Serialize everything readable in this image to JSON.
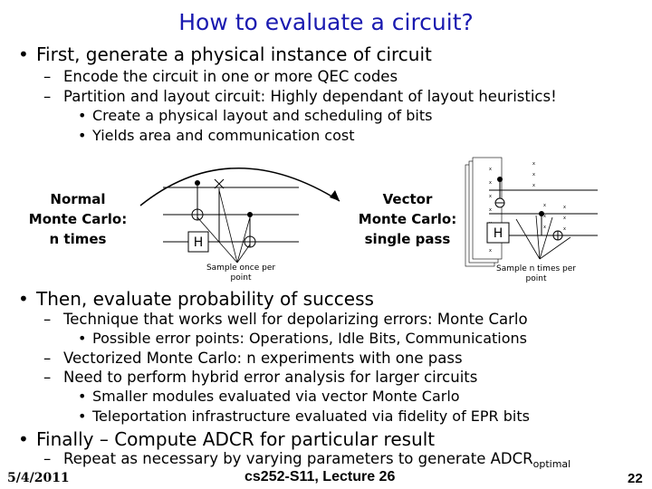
{
  "title": "How to evaluate a circuit?",
  "bullets": {
    "b1": "First, generate a physical instance of circuit",
    "b1_sub1": "Encode the circuit in one or more QEC codes",
    "b1_sub2": "Partition and layout circuit: Highly dependant of layout heuristics!",
    "b1_sub2_a": "Create a physical layout and scheduling of bits",
    "b1_sub2_b": "Yields area and communication cost",
    "b2": "Then, evaluate probability of success",
    "b2_sub1": "Technique that works well for depolarizing errors: Monte Carlo",
    "b2_sub1_a": "Possible error points: Operations, Idle Bits, Communications",
    "b2_sub2": "Vectorized Monte Carlo: n experiments with one pass",
    "b2_sub3": "Need to perform hybrid error analysis for larger circuits",
    "b2_sub3_a": "Smaller modules evaluated via vector Monte Carlo",
    "b2_sub3_b": "Teleportation infrastructure evaluated via fidelity of EPR bits",
    "b3": "Finally – Compute ADCR for particular result",
    "b3_sub1": "Repeat as necessary by varying parameters to generate ADCR",
    "b3_sub1_subscript": "optimal"
  },
  "figure": {
    "left_label": [
      "Normal",
      "Monte Carlo:",
      "n times"
    ],
    "left_caption": [
      "Sample once per",
      "point"
    ],
    "left_gate": "H",
    "right_label": [
      "Vector",
      "Monte Carlo:",
      "single pass"
    ],
    "right_caption": [
      "Sample n times per",
      "point"
    ],
    "right_gate": "H"
  },
  "footer": {
    "date": "5/4/2011",
    "lecture": "cs252-S11, Lecture 26",
    "page": "22"
  },
  "colors": {
    "title": "#1a1ab0",
    "text": "#000000"
  }
}
